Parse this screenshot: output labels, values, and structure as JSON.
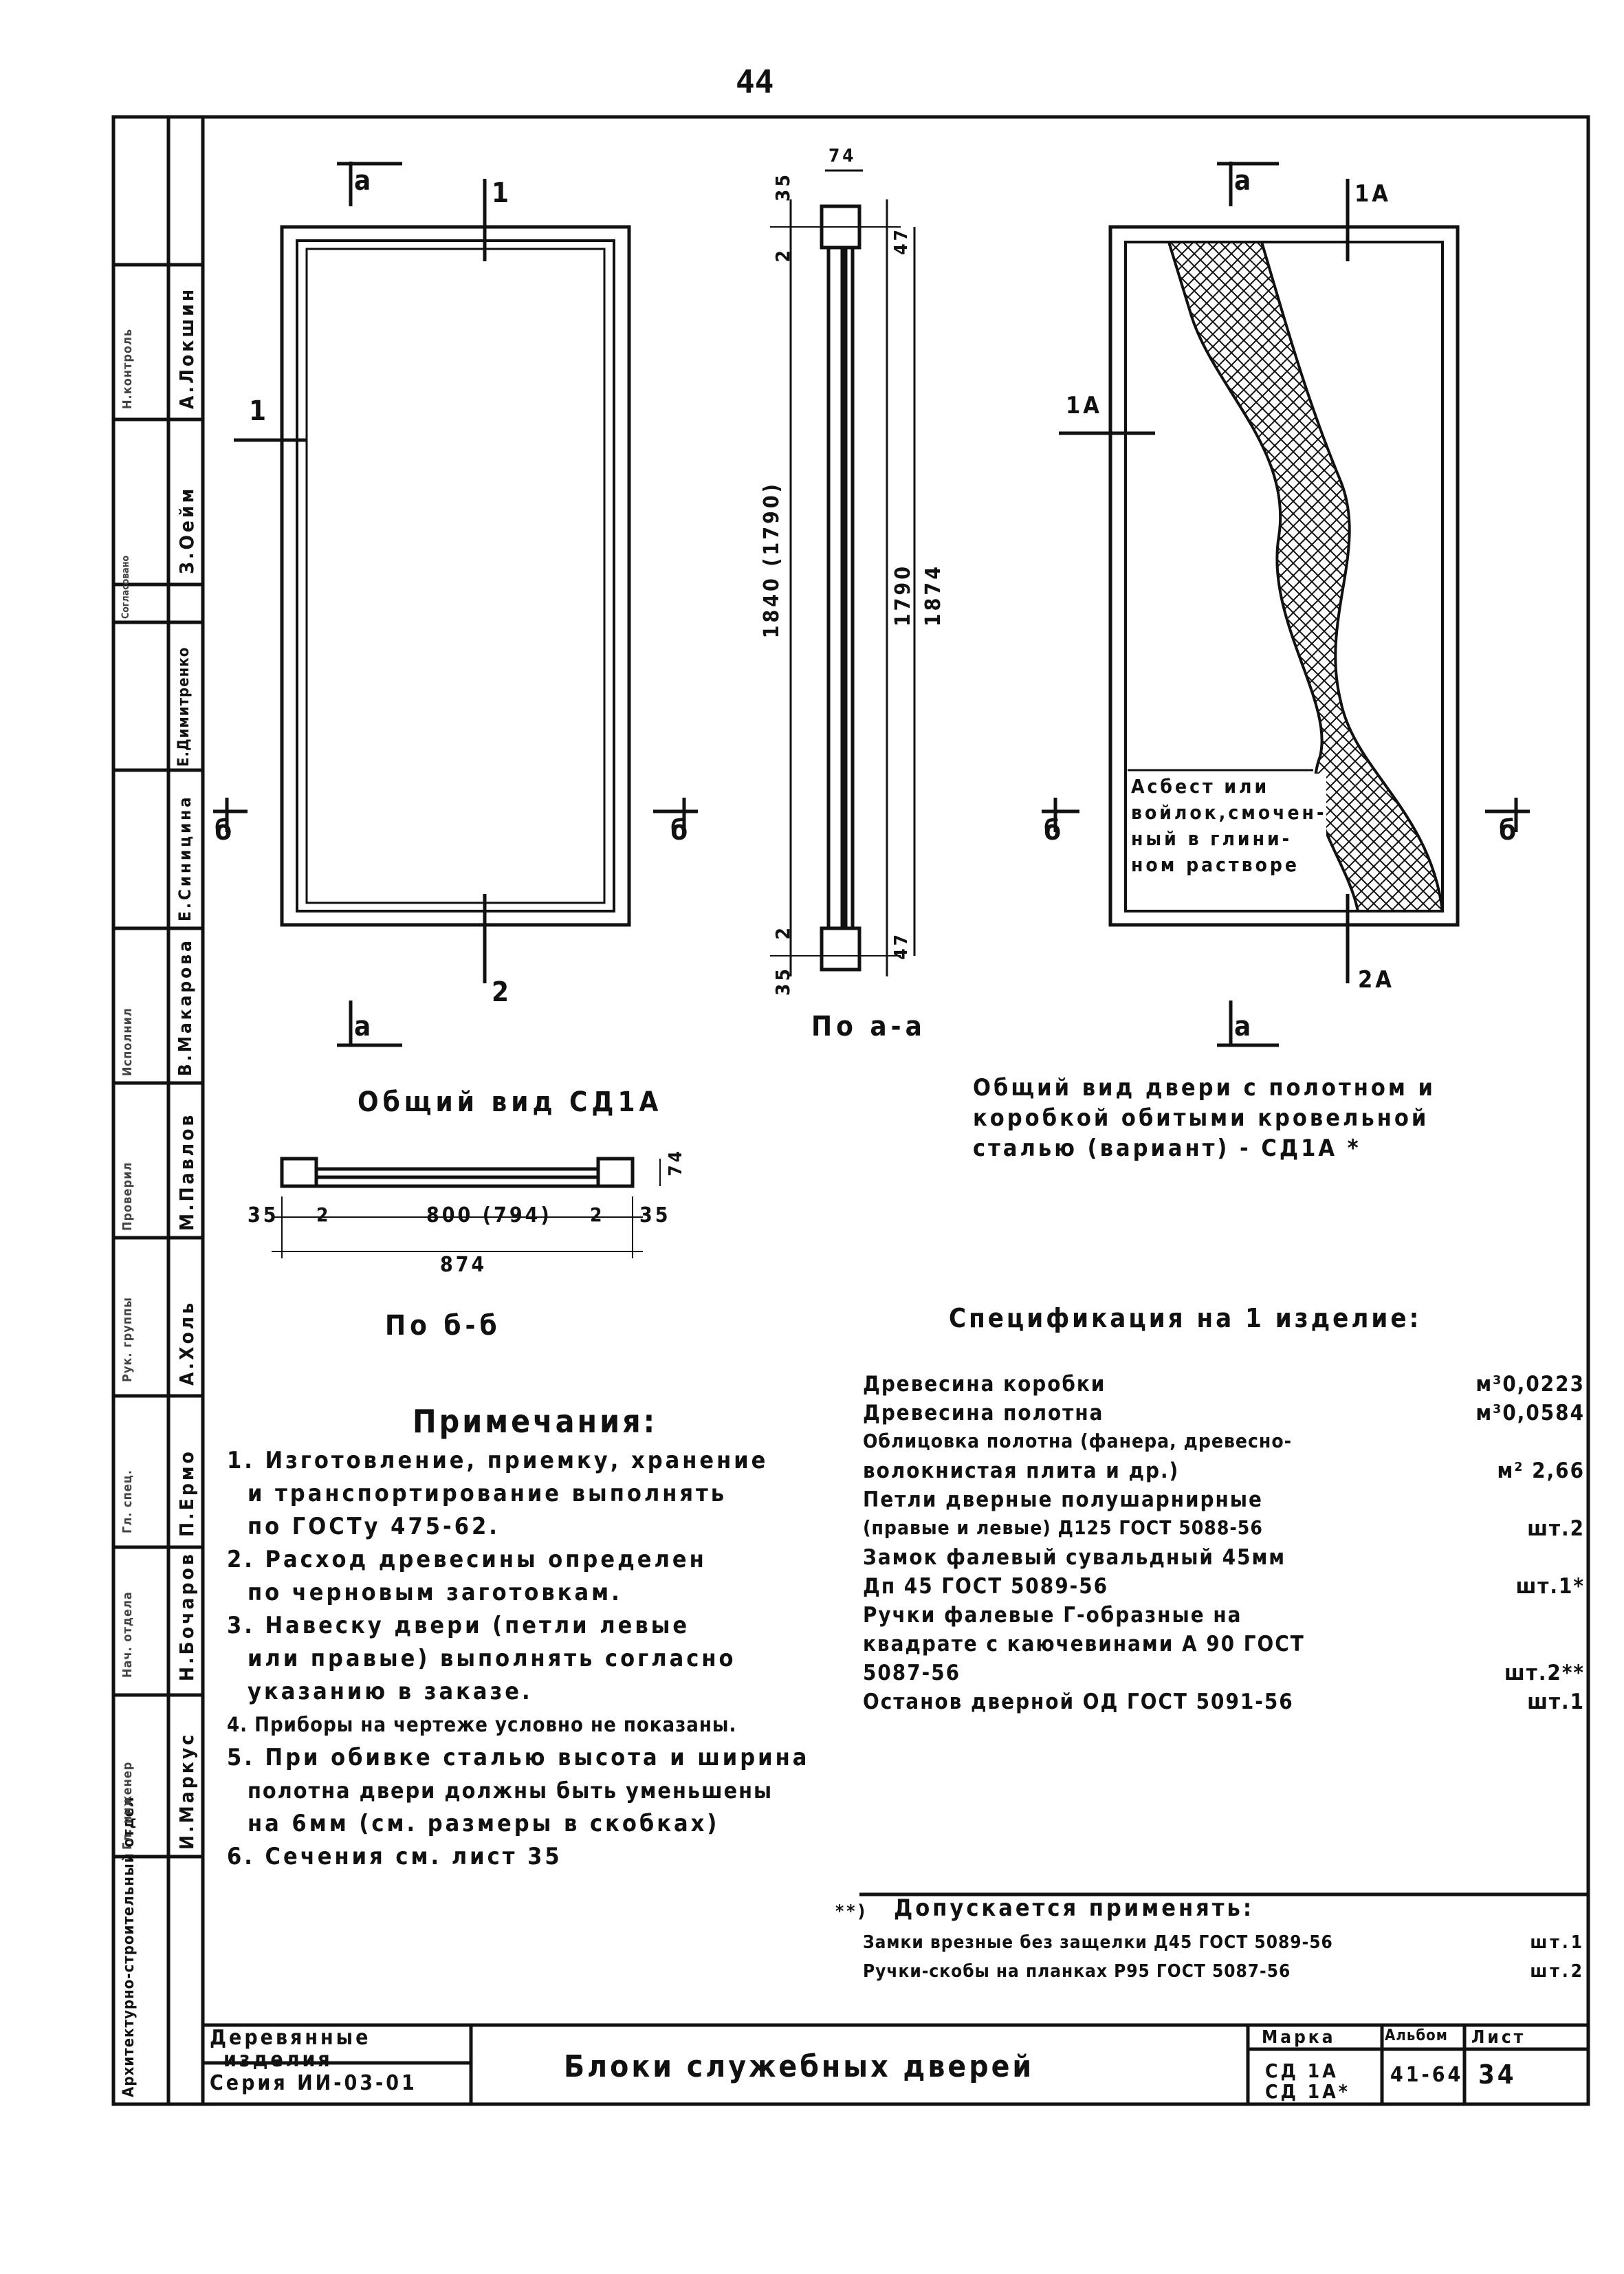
{
  "page_number": "44",
  "drawings": {
    "general_view": {
      "caption": "Общий вид СД1А",
      "cut_marks": {
        "top_left": "а",
        "top_right": "1",
        "left": "1",
        "bottom": "2",
        "side_left": "б",
        "side_right": "б",
        "bottom_left": "а"
      }
    },
    "section_aa": {
      "caption": "По а-а",
      "dims": {
        "top_35": "35",
        "top_2": "2",
        "left_long": "1840 (1790)",
        "mid": "1790",
        "right_long": "1874",
        "top_right": "47",
        "bottom_right": "47",
        "bottom_2": "2",
        "bottom_35": "35",
        "thickness": "74"
      }
    },
    "section_bb": {
      "caption": "По б-б",
      "dims": {
        "left": "35",
        "left2": "2",
        "middle": "800 (794)",
        "right2": "2",
        "right": "35",
        "total": "874",
        "thickness": "74"
      }
    },
    "alt_view": {
      "caption_lines": [
        "Общий вид двери с полотном и",
        "коробкой обитыми кровельной",
        "сталью (вариант) - СД1А *"
      ],
      "callout": [
        "Асбест или",
        "войлок,смочен-",
        "ный в глини-",
        "ном растворе"
      ],
      "cut_marks": {
        "top_left": "а",
        "top_right": "1А",
        "left": "1А",
        "bottom": "2А",
        "side_left": "б",
        "side_right": "б",
        "bottom_left": "а"
      }
    }
  },
  "notes": {
    "title": "Примечания:",
    "items": [
      "1. Изготовление, приемку, хранение",
      "и транспортирование выполнять",
      "по ГОСТу 475-62.",
      "2. Расход древесины определен",
      "по черновым заготовкам.",
      "3. Навеску двери (петли левые",
      "или правые) выполнять согласно",
      "указанию в заказе.",
      "4. Приборы на чертеже условно не показаны.",
      "5. При обивке сталью высота и ширина",
      "полотна двери должны быть уменьшены",
      "на 6мм (см. размеры в скобках)",
      "6. Сечения см. лист 35"
    ]
  },
  "specification": {
    "title": "Спецификация на 1 изделие:",
    "rows": [
      {
        "name": "Древесина коробки",
        "qty": "м³0,0223"
      },
      {
        "name": "Древесина полотна",
        "qty": "м³0,0584"
      },
      {
        "name": "Облицовка полотна (фанера, древесно-",
        "qty": ""
      },
      {
        "name": "волокнистая плита и др.)",
        "qty": "м² 2,66"
      },
      {
        "name": "Петли дверные полушарнирные",
        "qty": ""
      },
      {
        "name": "(правые и левые) Д125 ГОСТ 5088-56",
        "qty": "шт.2"
      },
      {
        "name": "Замок фалевый сувальдный 45мм",
        "qty": ""
      },
      {
        "name": "Дп 45 ГОСТ 5089-56",
        "qty": "шт.1*"
      },
      {
        "name": "Ручки фалевые Г-образные на",
        "qty": ""
      },
      {
        "name": "квадрате с каючевинами А 90 ГОСТ",
        "qty": ""
      },
      {
        "name": "5087-56",
        "qty": "шт.2**"
      },
      {
        "name": "Останов дверной ОД ГОСТ 5091-56",
        "qty": "шт.1"
      }
    ],
    "note_mark": "**)",
    "note_title": "Допускается применять:",
    "alt_rows": [
      {
        "name": "Замки врезные без защелки Д45 ГОСТ 5089-56",
        "qty": "шт.1"
      },
      {
        "name": "Ручки-скобы на планках Р95 ГОСТ 5087-56",
        "qty": "шт.2"
      }
    ]
  },
  "title_block": {
    "section": [
      "Деревянные",
      "изделия"
    ],
    "series": "Серия ИИ-03-01",
    "name": "Блоки служебных дверей",
    "mark_header": "Марка",
    "mark_values": [
      "СД 1А",
      "СД 1А*"
    ],
    "album_header": "Альбом",
    "album_value": "41-64",
    "sheet_header": "Лист",
    "sheet_value": "34"
  },
  "side_stamp": {
    "cells": [
      "Архитектурно-строительный отдел",
      "И.Маркус",
      "Н.Бочаров",
      "П.Ермо",
      "А.Холь",
      "М.Павлов",
      "В.Макарова",
      "Е.Синицина",
      "Е.Димитренко",
      "З.Оейм",
      "А.Локшин"
    ],
    "roles": [
      "Гл. инженер",
      "Нач. отдела",
      "Гл. спец.",
      "Рук. группы",
      "Проверил",
      "Исполнил",
      "Согласовано",
      "Н.контроль"
    ]
  }
}
